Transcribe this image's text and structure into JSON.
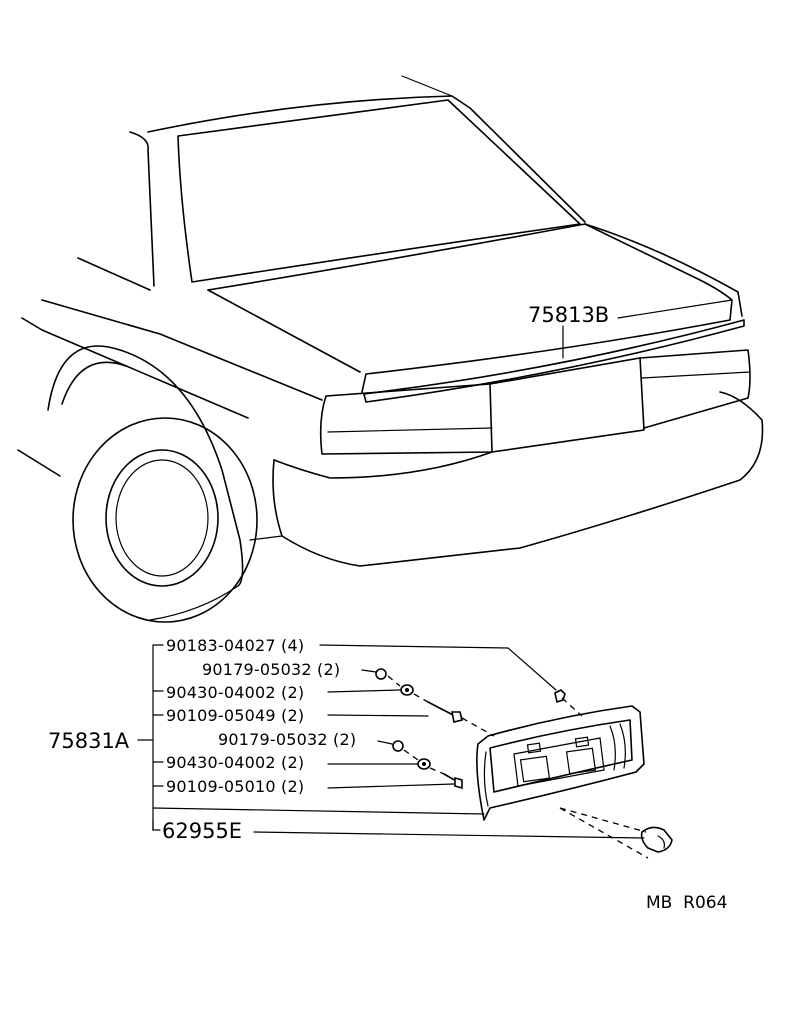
{
  "callouts": {
    "molding": "75813B",
    "assembly": "75831A",
    "lamp": "62955E"
  },
  "parts": [
    "90183-04027 (4)",
    "90179-05032 (2)",
    "90430-04002 (2)",
    "90109-05049 (2)",
    "90179-05032 (2)",
    "90430-04002 (2)",
    "90109-05010 (2)"
  ],
  "footer_code": "MB  R064"
}
